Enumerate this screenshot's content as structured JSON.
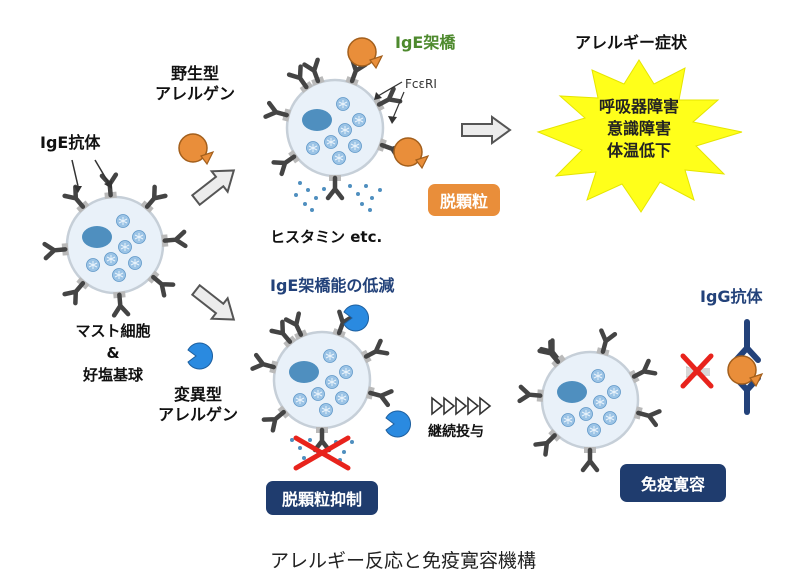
{
  "labels": {
    "ige_antibody": "IgE抗体",
    "wild_allergen": [
      "野生型",
      "アレルゲン"
    ],
    "ige_crosslink": "IgE架橋",
    "fceri": "FcεRI",
    "allergy_symptoms": "アレルギー症状",
    "histamine": "ヒスタミン etc.",
    "mast_cell": [
      "マスト細胞",
      "&",
      "好塩基球"
    ],
    "reduced_crosslink": "IgE架橋能の低減",
    "mutant_allergen": [
      "変異型",
      "アレルゲン"
    ],
    "continuous_dosing": "継続投与",
    "igg_antibody": "IgG抗体"
  },
  "symptoms": [
    "呼吸器障害",
    "意識障害",
    "体温低下"
  ],
  "boxes": {
    "degranulation": "脱顆粒",
    "degranulation_suppression": "脱顆粒抑制",
    "immune_tolerance": "免疫寛容"
  },
  "caption": "アレルギー反応と免疫寛容機構",
  "colors": {
    "cell_fill": "#e9f1f9",
    "nucleus": "#4f8fbf",
    "granule": "#7fb2db",
    "antibody": "#444444",
    "receptor": "#b9b9b9",
    "allergen_orange": "#e98e3a",
    "allergen_blue": "#2a8ae0",
    "igg_navy": "#23427a",
    "star_yellow": "#ffff1a",
    "cross_red": "#e8231c"
  }
}
